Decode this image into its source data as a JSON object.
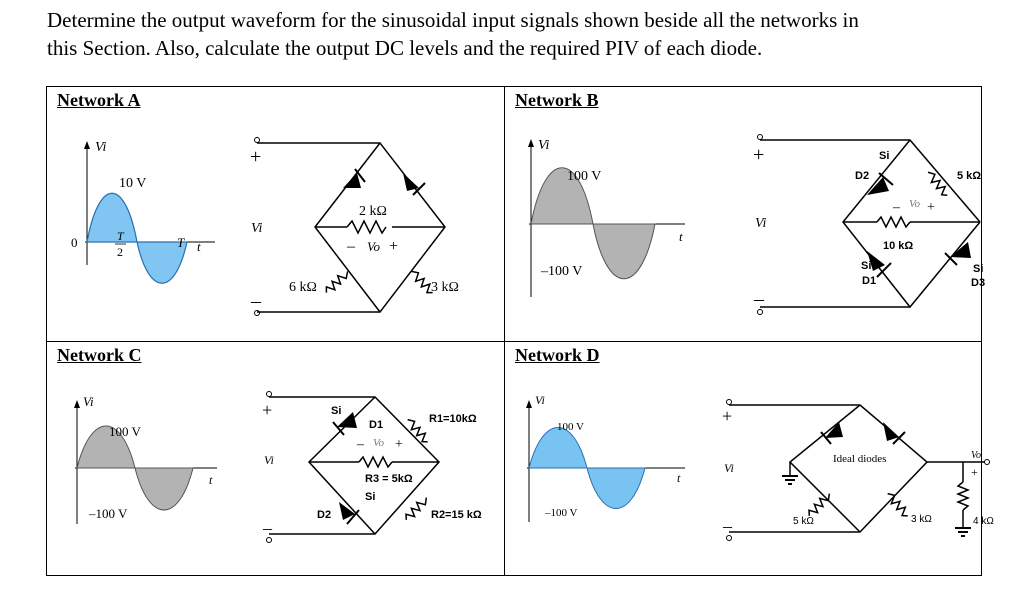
{
  "problem": {
    "line1": "Determine the output waveform for the sinusoidal input signals shown beside all the networks in",
    "line2": "this Section. Also, calculate the output DC levels and the required PIV of each diode."
  },
  "networkA": {
    "title": "Network A",
    "vi_axis": "Vi",
    "amplitude": "10 V",
    "origin": "0",
    "half_period_num": "T",
    "half_period_den": "2",
    "period": "T",
    "time": "t",
    "plus": "+",
    "minus": "–",
    "vi": "Vi",
    "r_center": "2 kΩ",
    "vo": "Vo",
    "r_left": "6 kΩ",
    "r_right": "3 kΩ",
    "waveform_color": "#61b8f0"
  },
  "networkB": {
    "title": "Network B",
    "vi_axis": "Vi",
    "amp_pos": "100 V",
    "amp_neg": "–100 V",
    "time": "t",
    "plus": "+",
    "minus": "–",
    "vi": "Vi",
    "d2": "D2",
    "d2_type": "Si",
    "d1": "D1",
    "d1_type": "Si",
    "d3": "D3",
    "d3_type": "Si",
    "vo": "Vo",
    "r_center": "10 kΩ",
    "r_right": "5 kΩ",
    "waveform_color": "#b3b3b3"
  },
  "networkC": {
    "title": "Network C",
    "vi_axis": "Vi",
    "amp_pos": "100 V",
    "amp_neg": "–100 V",
    "time": "t",
    "plus": "+",
    "minus": "–",
    "vi": "Vi",
    "d1": "D1",
    "d1_type": "Si",
    "d2": "D2",
    "d2_type": "Si",
    "r1": "R1=10kΩ",
    "r2": "R2=15 kΩ",
    "r3": "R3 = 5kΩ",
    "vo": "Vo",
    "waveform_color": "#b3b3b3"
  },
  "networkD": {
    "title": "Network D",
    "vi_axis": "Vi",
    "amp_pos": "100 V",
    "amp_neg": "–100 V",
    "time": "t",
    "plus": "+",
    "minus": "–",
    "vi": "Vi",
    "ideal": "Ideal diodes",
    "r_left": "5 kΩ",
    "r_right": "3 kΩ",
    "r_load": "4 kΩ",
    "vo": "Vo",
    "waveform_color": "#61b8f0"
  }
}
